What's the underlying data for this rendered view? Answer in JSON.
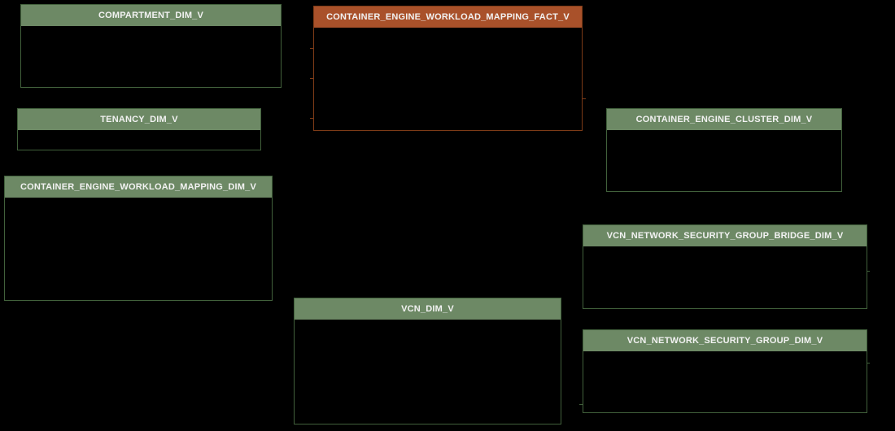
{
  "diagram": {
    "title": "star schema relational diagram",
    "tables": [
      {
        "name": "COMPARTMENT_DIM_V",
        "type": "dimension"
      },
      {
        "name": "CONTAINER_ENGINE_WORKLOAD_MAPPING_FACT_V",
        "type": "fact"
      },
      {
        "name": "TENANCY_DIM_V",
        "type": "dimension"
      },
      {
        "name": "CONTAINER_ENGINE_CLUSTER_DIM_V",
        "type": "dimension"
      },
      {
        "name": "CONTAINER_ENGINE_WORKLOAD_MAPPING_DIM_V",
        "type": "dimension"
      },
      {
        "name": "VCN_NETWORK_SECURITY_GROUP_BRIDGE_DIM_V",
        "type": "dimension"
      },
      {
        "name": "VCN_DIM_V",
        "type": "dimension"
      },
      {
        "name": "VCN_NETWORK_SECURITY_GROUP_DIM_V",
        "type": "dimension"
      }
    ],
    "colors": {
      "background": "#000000",
      "dimension_header": "#6d8965",
      "dimension_border": "#41603b",
      "fact_header": "#a9512a",
      "fact_border": "#7d3b17",
      "header_text": "#f2f2f2"
    }
  }
}
